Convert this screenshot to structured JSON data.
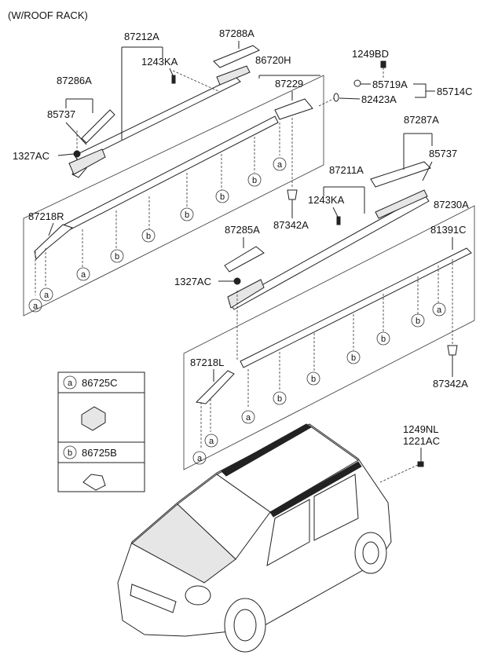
{
  "title": "(W/ROOF RACK)",
  "labels": {
    "p87212A": "87212A",
    "p87288A": "87288A",
    "p1243KA_top": "1243KA",
    "p86720H": "86720H",
    "p87286A": "87286A",
    "p85737_left": "85737",
    "p1327AC_top": "1327AC",
    "p87229": "87229",
    "p1249BD": "1249BD",
    "p85719A": "85719A",
    "p85714C": "85714C",
    "p82423A": "82423A",
    "p87287A": "87287A",
    "p85737_right": "85737",
    "p87211A": "87211A",
    "p1243KA_mid": "1243KA",
    "p87218R": "87218R",
    "p87342A_top": "87342A",
    "p87230A": "87230A",
    "p81391C": "81391C",
    "p87285A": "87285A",
    "p1327AC_mid": "1327AC",
    "p87218L": "87218L",
    "p87342A_bot": "87342A",
    "p1249NL": "1249NL",
    "p1221AC": "1221AC"
  },
  "legend": {
    "a_letter": "a",
    "a_part": "86725C",
    "b_letter": "b",
    "b_part": "86725B"
  },
  "callouts": {
    "a": "a",
    "b": "b"
  }
}
